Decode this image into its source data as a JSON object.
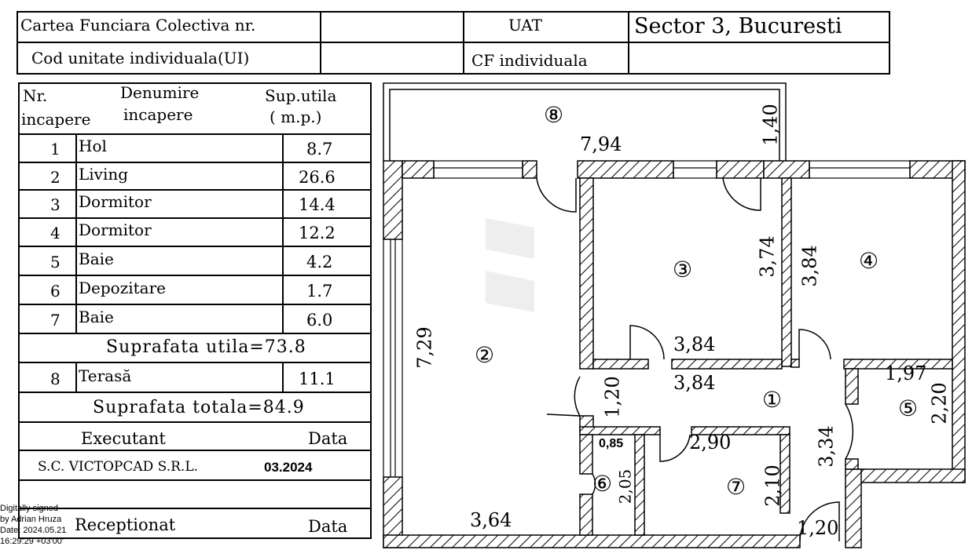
{
  "header": {
    "cf_label": "Cartea Funciara Colectiva nr.",
    "cf_value": "",
    "uat_label": "UAT",
    "uat_value": "Sector 3, Bucuresti",
    "ui_label": "Cod unitate individuala(UI)",
    "ui_value": "",
    "cfi_label": "CF individuala",
    "cfi_value": ""
  },
  "rooms_table": {
    "col_nr_line1": "Nr.",
    "col_nr_line2": "incapere",
    "col_name_line1": "Denumire",
    "col_name_line2": "incapere",
    "col_area_line1": "Sup.utila",
    "col_area_line2": "( m.p.)",
    "rows": [
      {
        "nr": "1",
        "name": "Hol",
        "area": "8.7"
      },
      {
        "nr": "2",
        "name": "Living",
        "area": "26.6"
      },
      {
        "nr": "3",
        "name": "Dormitor",
        "area": "14.4"
      },
      {
        "nr": "4",
        "name": "Dormitor",
        "area": "12.2"
      },
      {
        "nr": "5",
        "name": "Baie",
        "area": "4.2"
      },
      {
        "nr": "6",
        "name": "Depozitare",
        "area": "1.7"
      },
      {
        "nr": "7",
        "name": "Baie",
        "area": "6.0"
      }
    ],
    "useful_total": "Suprafata utila=73.8",
    "terrace": {
      "nr": "8",
      "name": "Terasă",
      "area": "11.1"
    },
    "grand_total": "Suprafata totala=84.9",
    "executant_label": "Executant",
    "data_label": "Data",
    "executant_value": "S.C. VICTOPCAD S.R.L.",
    "executant_date": "03.2024",
    "receptionat_label": "Receptionat",
    "receptionat_data_label": "Data"
  },
  "signature": {
    "line1": "Digitally signed",
    "line2": "by Adrian Hruza",
    "line3": "Date: 2024.05.21",
    "line4": "16:29:29 +03'00'"
  },
  "plan": {
    "room_numbers": [
      "①",
      "②",
      "③",
      "④",
      "⑤",
      "⑥",
      "⑦",
      "⑧"
    ],
    "dimensions": {
      "terrace_len": "7,94",
      "terrace_w": "1,40",
      "r3_h": "3,74",
      "r4_h": "3,84",
      "r3_w": "3,84",
      "r1_w": "3,84",
      "r2_h": "7,29",
      "door_120": "1,20",
      "r5_w": "1,97",
      "r5_h": "2,20",
      "r7_w": "2,90",
      "r1_h": "3,34",
      "r7_h": "2,10",
      "r6_w": "0,85",
      "r6_h": "2,05",
      "r2_w": "3,64",
      "entry_120": "1,20"
    }
  }
}
